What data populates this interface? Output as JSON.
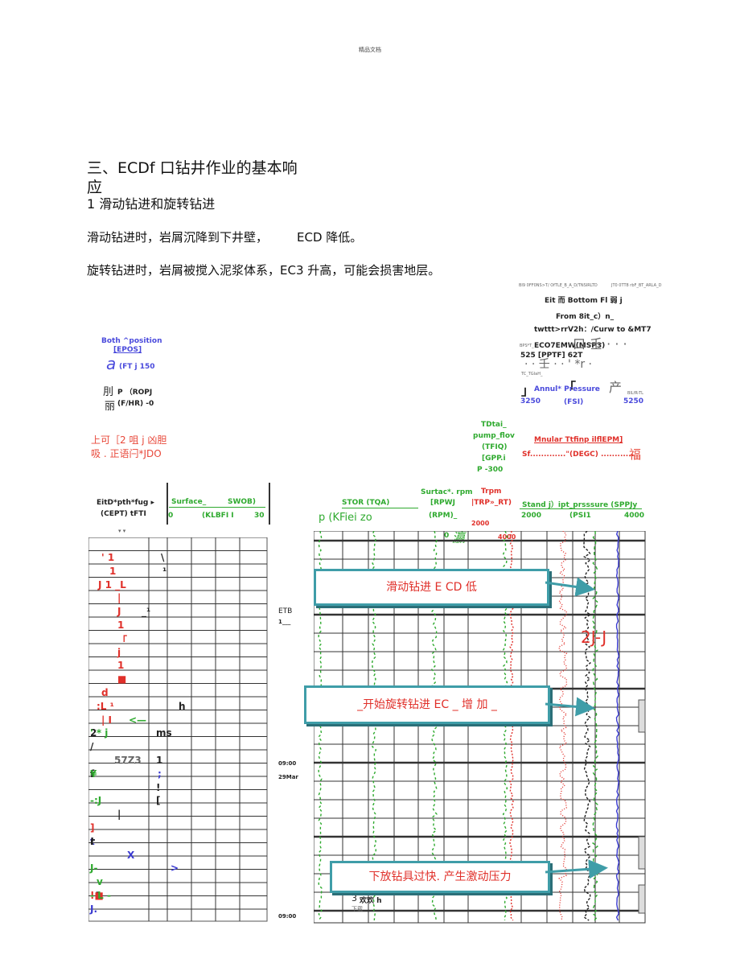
{
  "header": {
    "top_label": "精品文档"
  },
  "section": {
    "title_line1": "三、ECDf 口钻井作业的基本响",
    "title_line2": "应",
    "subtitle": "1 滑动钻进和旋转钻进",
    "para1_a": "滑动钻进时，岩屑沉降到下井壁，",
    "para1_b": "ECD 降低。",
    "para2": "旋转钻进时，岩屑被搅入泥浆体系，EC3 升高，可能会损害地层。"
  },
  "log": {
    "tiny_top": "BI9 0FF0NS>T/ OfTLE_B_A_D/TNSIRLTD",
    "tiny_top2": "JT0 0TT8  rbF_BT_ARLA_D",
    "bit_line1": "Eit 而   Bottom Fl 弱 j",
    "bit_line2": "From 8it_c）n_",
    "bit_line3": "twttt>rrV2h：/Curw to &MT7",
    "eco_label": "ECO7EMW(MSP3)",
    "eco_value": "525 [PPTF] 62T",
    "eco_small": "BPS*T_",
    "misc_chars1": "口  壬 ·  ·  ·",
    "misc_chars2": "·  ·  壬  ·  ·  '  *r  ·",
    "misc_small": "TC_TGIaH_",
    "annul_label": "Annul* Pressure",
    "annul_unit": "(FSI)",
    "annul_min": "3250",
    "annul_max": "5250",
    "annul_prefix": "」",
    "annul_mid": "「",
    "annul_char": "产",
    "annul_small": "BILfR-TL",
    "both_position": "Both ^position",
    "epos": "[EPOS]",
    "ft_glyph": "a",
    "ft_value": "(FT j 150",
    "rop_glyph": "刖",
    "rop_label": "P （ROPJ",
    "rop_unit_glyph": "丽",
    "rop_unit": "(F/HR) -0",
    "red_note1": "上可［2 咀 j 凶胆",
    "red_note2": "吸 . 正语闩*JDO",
    "tdtal_1": "TDtai_",
    "tdtal_2": "pump_flov",
    "tdtal_3": "(TFIQ)",
    "tdtal_4": "[GPP.i",
    "tdtal_5": "P     -300",
    "mnular_label": "Mnular Ttfinp ilflEPM]",
    "mnular_value": "Sf.............\"(DEGC) ............",
    "mnular_char": "福",
    "depth_label1": "EitD*pth*fug ▸",
    "depth_label2": "(CEPT) tFTI",
    "depth_marks": "▾       ▾",
    "surface_label": "Surface_",
    "swob": "SWOB)",
    "klbfi": "(KLBFI I",
    "surf_min": "0",
    "surf_max": "30",
    "stor": "STOR (TQA)",
    "kfiei": "p (KFiei zo",
    "surtac": "Surtac*. rpm",
    "rpwj": "[RPWJ",
    "rpm": "(RPM)_",
    "rpm_zero": "0",
    "rpm_glyph": "瀛",
    "trpm": "Trpm",
    "trp_rt": "|TRP»_RT)",
    "trp_val": "2000",
    "trp_val2": "4000",
    "stand": "Stand j）ipt_prsssure (SPPJy",
    "stand_unit": "(PSI1",
    "stand_min": "2000",
    "stand_max": "4000",
    "etb": "ETB",
    "etb_line": "1___",
    "time1a": "09:00",
    "time1b": "29Mar",
    "time2": "09:00",
    "ann_2j": "2J-J",
    "ann_3": "3",
    "ann_3b": "欢欢 h",
    "ann_3c": "下载",
    "callout1": "滑动钻进 E CD 低",
    "callout2": "_开始旋转钻进 EC _ 增 加 _",
    "callout3": "下放钻具过快. 产生激动压力",
    "left_column": [
      {
        "t": "' 1",
        "c": "red"
      },
      {
        "t": "\\",
        "c": "dark"
      },
      {
        "t": "1",
        "c": "red"
      },
      {
        "t": "¹",
        "c": "dark"
      },
      {
        "t": "J 1  _L",
        "c": "red"
      },
      {
        "t": "|",
        "c": "red"
      },
      {
        "t": "J",
        "c": "red"
      },
      {
        "t": "_¹",
        "c": "dark"
      },
      {
        "t": "1",
        "c": "red"
      },
      {
        "t": "「",
        "c": "red"
      },
      {
        "t": "j",
        "c": "red"
      },
      {
        "t": "1",
        "c": "red"
      },
      {
        "t": "■",
        "c": "red"
      },
      {
        "t": "d",
        "c": "red"
      },
      {
        "t": ":L ¹",
        "c": "red"
      },
      {
        "t": "h",
        "c": "dark"
      },
      {
        "t": "| I",
        "c": "red"
      },
      {
        "t": "<—",
        "c": "green"
      },
      {
        "t": "ms",
        "c": "dark"
      },
      {
        "t": "2",
        "c": "dark"
      },
      {
        "t": "' * j",
        "c": "green"
      },
      {
        "t": "/",
        "c": "dark"
      },
      {
        "t": "57Z3",
        "c": "gray"
      },
      {
        "t": "1",
        "c": "dark"
      },
      {
        "t": ";",
        "c": "blue"
      },
      {
        "t": "f",
        "c": "dark"
      },
      {
        "t": "¥",
        "c": "green"
      },
      {
        "t": "!",
        "c": "dark"
      },
      {
        "t": "[",
        "c": "dark"
      },
      {
        "t": "-:J",
        "c": "green"
      },
      {
        "t": "|",
        "c": "dark"
      },
      {
        "t": "]",
        "c": "red"
      },
      {
        "t": "t",
        "c": "blue"
      },
      {
        "t": "r",
        "c": "dark"
      },
      {
        "t": "!",
        "c": "dark"
      },
      {
        "t": "X",
        "c": "blue"
      },
      {
        "t": ">",
        "c": "blue"
      },
      {
        "t": "J-",
        "c": "green"
      },
      {
        "t": "v",
        "c": "green"
      },
      {
        "t": "「",
        "c": "dark"
      },
      {
        "t": "!■",
        "c": "red"
      },
      {
        "t": "- L -",
        "c": "green"
      },
      {
        "t": "J.",
        "c": "blue"
      }
    ]
  }
}
